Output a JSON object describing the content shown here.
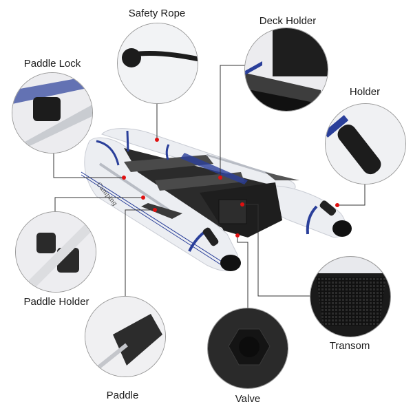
{
  "diagram": {
    "subject": "Inflatable boat feature callouts",
    "colors": {
      "hull": "#eceef2",
      "stripe": "#2a3f9a",
      "dark": "#222222",
      "marker": "#e01010",
      "leader_line": "#333333"
    },
    "boat_logo": "Camping",
    "callouts": [
      {
        "id": "safety-rope",
        "label": "Safety Rope"
      },
      {
        "id": "deck-holder",
        "label": "Deck Holder"
      },
      {
        "id": "paddle-lock",
        "label": "Paddle Lock"
      },
      {
        "id": "holder",
        "label": "Holder"
      },
      {
        "id": "paddle-holder",
        "label": "Paddle Holder"
      },
      {
        "id": "paddle",
        "label": "Paddle"
      },
      {
        "id": "valve",
        "label": "Valve"
      },
      {
        "id": "transom",
        "label": "Transom"
      }
    ]
  }
}
